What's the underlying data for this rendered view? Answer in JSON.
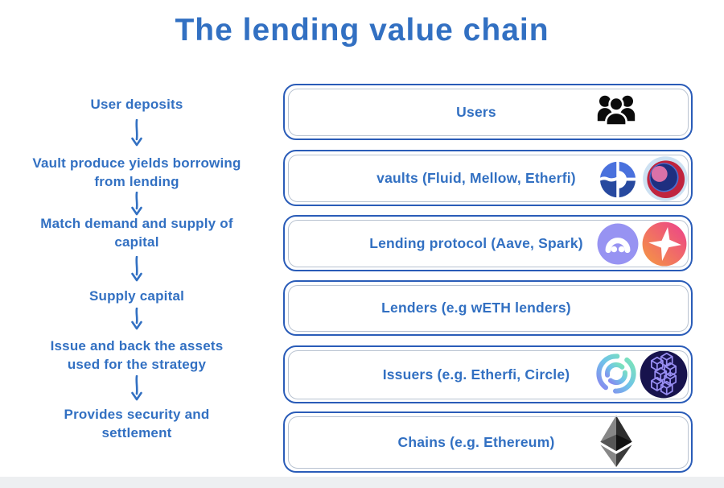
{
  "title": "The lending value chain",
  "left_steps": [
    {
      "label": "User deposits"
    },
    {
      "label": "Vault produce yields borrowing\nfrom lending"
    },
    {
      "label": "Match demand and supply of\ncapital"
    },
    {
      "label": "Supply capital"
    },
    {
      "label": "Issue and back the assets\nused for the strategy"
    },
    {
      "label": "Provides security and\nsettlement"
    }
  ],
  "boxes": [
    {
      "label": "Users",
      "icons": [
        "users-group-icon"
      ]
    },
    {
      "label": "vaults (Fluid, Mellow, Etherfi)",
      "icons": [
        "fluid-logo",
        "mellow-logo"
      ]
    },
    {
      "label": "Lending protocol (Aave, Spark)",
      "icons": [
        "aave-logo",
        "spark-logo"
      ]
    },
    {
      "label": "Lenders (e.g wETH lenders)",
      "icons": []
    },
    {
      "label": "Issuers (e.g. Etherfi, Circle)",
      "icons": [
        "circle-logo",
        "etherfi-logo"
      ]
    },
    {
      "label": "Chains (e.g. Ethereum)",
      "icons": [
        "ethereum-logo"
      ]
    }
  ],
  "colors": {
    "text_blue": "#3270c2",
    "box_border_blue": "#2a5cb8",
    "fluid_light_blue": "#4a71dd",
    "fluid_dark_blue": "#27499f",
    "mellow_red": "#c0243e",
    "mellow_navy": "#1e2f80",
    "mellow_pink": "#da71a8",
    "aave_purple": "#9793f2",
    "spark_orange": "#f59a40",
    "spark_pink": "#ec3f8e",
    "circle_mint": "#7de9b2",
    "circle_violet": "#8b7ff0",
    "etherfi_navy": "#17134d",
    "etherfi_purple": "#978df2",
    "ethereum_gray": "#878787",
    "ethereum_dark": "#2e2e2e",
    "users_black": "#0b0b0b"
  }
}
